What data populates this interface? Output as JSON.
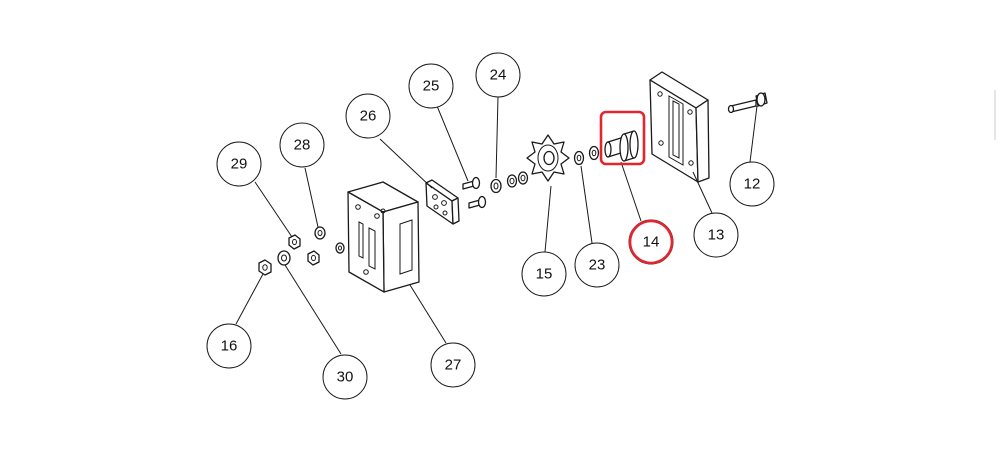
{
  "callouts": {
    "c12": "12",
    "c13": "13",
    "c14": "14",
    "c15": "15",
    "c16": "16",
    "c23": "23",
    "c24": "24",
    "c25": "25",
    "c26": "26",
    "c27": "27",
    "c28": "28",
    "c29": "29",
    "c30": "30"
  },
  "highlight": {
    "part": "14",
    "color": "#e0262e"
  },
  "colors": {
    "line": "#1a1a1a",
    "background": "#ffffff"
  }
}
